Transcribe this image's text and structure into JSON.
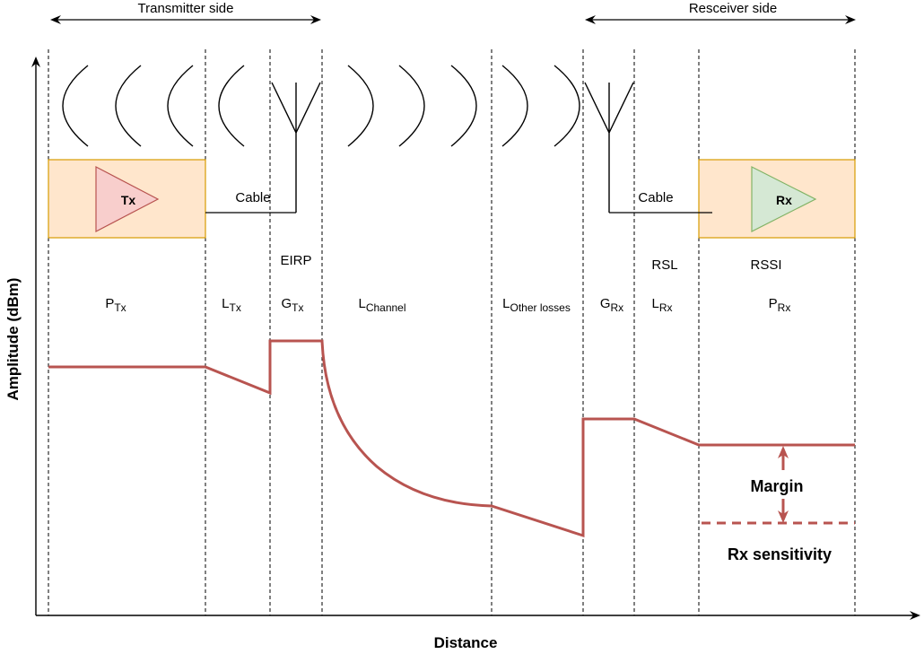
{
  "header": {
    "transmitter_side": "Transmitter side",
    "receiver_side": "Resceiver side"
  },
  "blocks": {
    "tx_label": "Tx",
    "rx_label": "Rx",
    "tx_cable_label": "Cable",
    "rx_cable_label": "Cable"
  },
  "metrics": {
    "eirp": "EIRP",
    "rsl": "RSL",
    "rssi": "RSSI"
  },
  "stages": [
    {
      "main": "P",
      "sub": "Tx"
    },
    {
      "main": "L",
      "sub": "Tx"
    },
    {
      "main": "G",
      "sub": "Tx"
    },
    {
      "main": "L",
      "sub": "Channel"
    },
    {
      "main": "L",
      "sub": "Other losses"
    },
    {
      "main": "G",
      "sub": "Rx"
    },
    {
      "main": "L",
      "sub": "Rx"
    },
    {
      "main": "P",
      "sub": "Rx"
    }
  ],
  "annotations": {
    "margin": "Margin",
    "rx_sensitivity": "Rx sensitivity"
  },
  "axes": {
    "ylabel": "Amplitude (dBm)",
    "xlabel": "Distance"
  },
  "colors": {
    "signal": "#b85450",
    "tx_fill": "#f8cecc",
    "tx_stroke": "#b85450",
    "rx_fill": "#d5e8d4",
    "rx_stroke": "#82b366",
    "box_fill": "#ffe6cc",
    "box_stroke": "#d79b00"
  }
}
